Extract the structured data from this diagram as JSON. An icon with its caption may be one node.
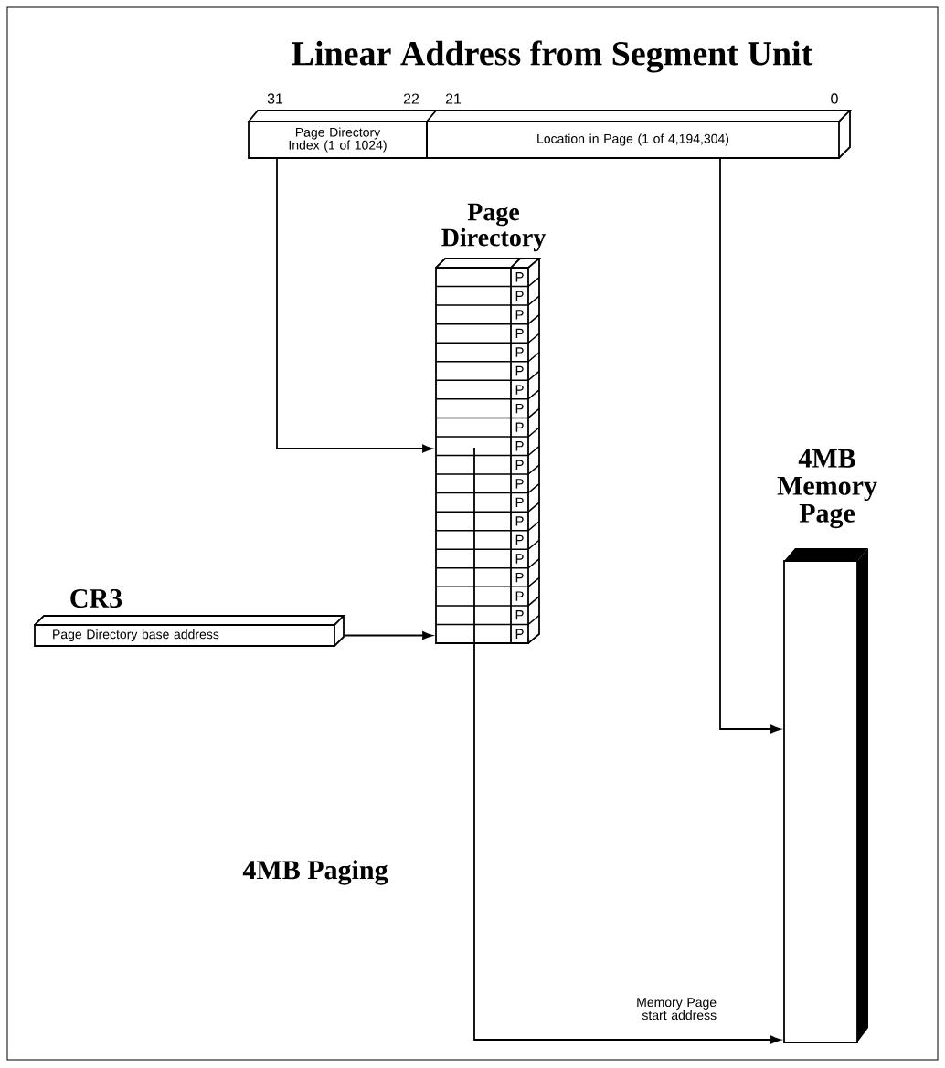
{
  "diagram": {
    "title": "Linear Address from Segment Unit",
    "nodes": [
      {
        "text": [
          "Page Directory Index (1 of 1024)"
        ]
      },
      {
        "text": [
          "Location in Page (1 of 4,194,304)"
        ]
      },
      {
        "text": [
          "Page Directory"
        ]
      },
      {
        "text": [
          "CR3",
          "Page Directory base address"
        ]
      },
      {
        "text": [
          "4MB Memory Page"
        ]
      }
    ],
    "edges": [
      {
        "from": 0,
        "to": 2,
        "arrow": "to"
      },
      {
        "from": 1,
        "to": 4,
        "arrow": "to"
      },
      {
        "from": 3,
        "to": 2,
        "arrow": "to"
      },
      {
        "from": 2,
        "to": 4,
        "arrow": "to",
        "label": "Memory Page start address"
      }
    ],
    "labels": [
      "31",
      "22",
      "21",
      "0",
      "P",
      "P",
      "P",
      "P",
      "P",
      "P",
      "P",
      "P",
      "P",
      "P",
      "P",
      "P",
      "P",
      "P",
      "P",
      "P",
      "P",
      "P",
      "P",
      "P",
      "4MB Paging"
    ]
  }
}
